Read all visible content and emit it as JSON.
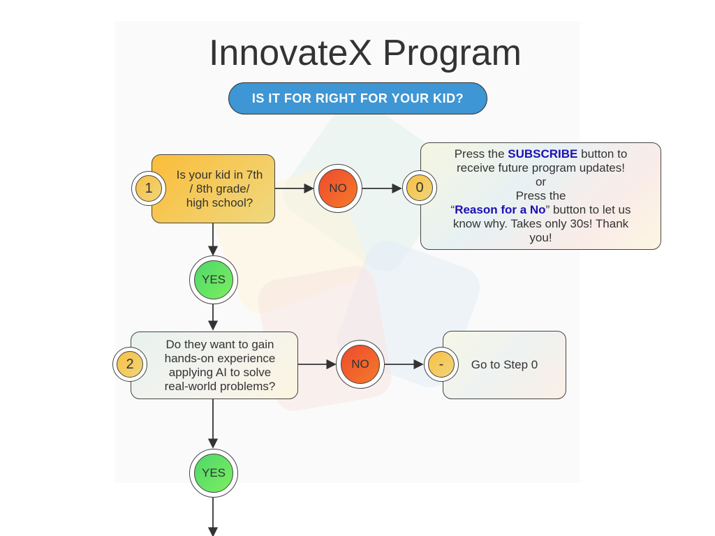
{
  "title": "InnovateX Program",
  "subtitle": "IS IT FOR RIGHT FOR YOUR KID?",
  "step1": {
    "number": "1",
    "question_lines": [
      "Is your kid in 7th",
      "/ 8th grade/",
      "high school?"
    ]
  },
  "no1": "NO",
  "yes1": "YES",
  "step0": {
    "number": "0",
    "l1a": "Press the ",
    "subscribe": "SUBSCRIBE",
    "l1b": " button  to",
    "l2": "receive future program updates!",
    "l3": "or",
    "l4": "Press the",
    "l5a": "“",
    "reason": "Reason for a No",
    "l5b": "” button to let us",
    "l6": "know why. Takes only 30s! Thank",
    "l7": "you!"
  },
  "step2": {
    "number": "2",
    "question_lines": [
      "Do they want to gain",
      "hands-on experience",
      "applying AI to solve",
      "real-world problems?"
    ]
  },
  "no2": "NO",
  "yes2": "YES",
  "dash": {
    "number": "-",
    "text": "Go to Step 0"
  },
  "colors": {
    "accent": "#3e96d4",
    "no": "#f05a30",
    "yes": "#5ee066",
    "step": "#f8c045",
    "highlight": "#1b10b5"
  }
}
